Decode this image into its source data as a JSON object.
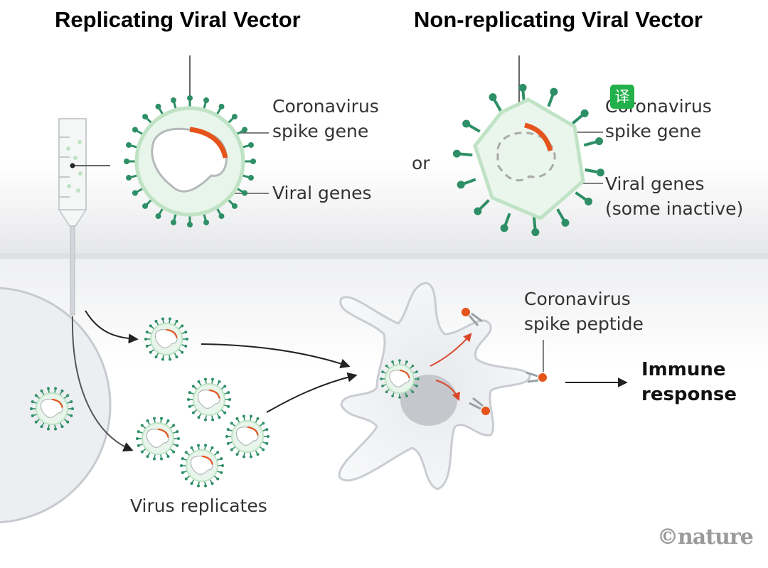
{
  "titles": {
    "replicating": "Replicating Viral Vector",
    "non_replicating": "Non-replicating Viral Vector"
  },
  "labels": {
    "spike_gene_a": [
      "Coronavirus",
      "spike gene"
    ],
    "viral_genes_a": "Viral genes",
    "or": "or",
    "spike_gene_b": [
      "Coronavirus",
      "spike gene"
    ],
    "viral_genes_b": [
      "Viral genes",
      "(some inactive)"
    ],
    "spike_peptide": [
      "Coronavirus",
      "spike peptide"
    ],
    "immune_response": [
      "Immune",
      "response"
    ],
    "virus_replicates": "Virus replicates"
  },
  "badge": "译",
  "logo": "©nature",
  "colors": {
    "title": "#8b1f52",
    "virus_green": "#2e8f66",
    "capsid_fill": "#e8f5ea",
    "capsid_ring": "#bfe3c4",
    "spike_orange": "#e5541b",
    "cell_fill": "#f1f2f4",
    "cell_stroke": "#c9ccd1"
  }
}
